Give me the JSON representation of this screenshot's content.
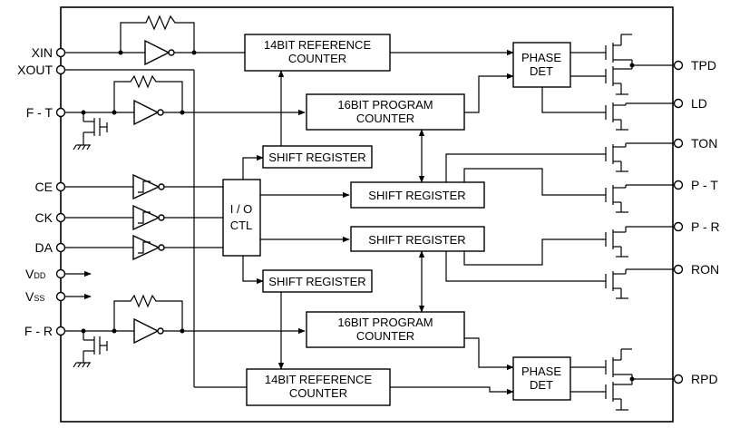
{
  "left_pins": {
    "xin": "XIN",
    "xout": "XOUT",
    "ft": "F - T",
    "ce": "CE",
    "ck": "CK",
    "da": "DA",
    "vdd_main": "V",
    "vdd_sub": "DD",
    "vss_main": "V",
    "vss_sub": "SS",
    "fr": "F - R"
  },
  "right_pins": {
    "tpd": "TPD",
    "ld": "LD",
    "ton": "TON",
    "pt": "P - T",
    "pr": "P - R",
    "ron": "RON",
    "rpd": "RPD"
  },
  "blocks": {
    "ref_counter_top": [
      "14BIT REFERENCE",
      "COUNTER"
    ],
    "prog_counter_top": [
      "16BIT PROGRAM",
      "COUNTER"
    ],
    "phase_det_top": [
      "PHASE",
      "DET"
    ],
    "shift_reg_1": "SHIFT REGISTER",
    "shift_reg_2": "SHIFT REGISTER",
    "shift_reg_3": "SHIFT REGISTER",
    "shift_reg_4": "SHIFT REGISTER",
    "io_ctl": [
      "I / O",
      "CTL"
    ],
    "prog_counter_bottom": [
      "16BIT PROGRAM",
      "COUNTER"
    ],
    "phase_det_bottom": [
      "PHASE",
      "DET"
    ],
    "ref_counter_bottom": [
      "14BIT REFERENCE",
      "COUNTER"
    ]
  }
}
